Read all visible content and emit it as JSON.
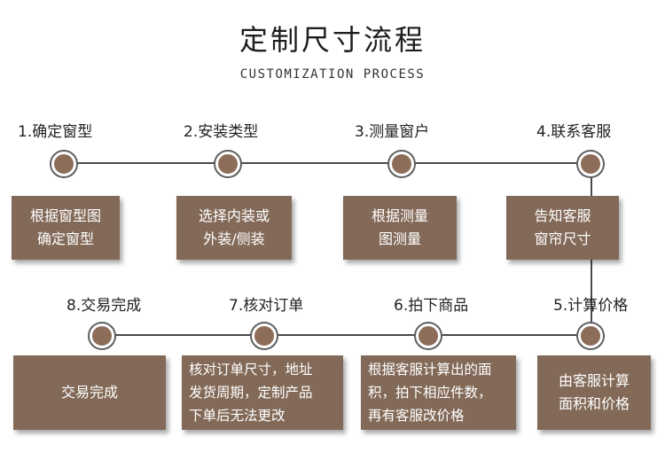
{
  "title": "定制尺寸流程",
  "subtitle": "CUSTOMIZATION PROCESS",
  "steps": [
    {
      "label": "1.确定窗型",
      "desc": "根据窗型图\n确定窗型"
    },
    {
      "label": "2.安装类型",
      "desc": "选择内装或\n外装/侧装"
    },
    {
      "label": "3.测量窗户",
      "desc": "根据测量\n图测量"
    },
    {
      "label": "4.联系客服",
      "desc": "告知客服\n窗帘尺寸"
    },
    {
      "label": "5.计算价格",
      "desc": "由客服计算\n面积和价格"
    },
    {
      "label": "6.拍下商品",
      "desc": "根据客服计算出的面\n积，拍下相应件数，\n再有客服改价格"
    },
    {
      "label": "7.核对订单",
      "desc": "核对订单尺寸，地址\n发货周期，定制产品\n下单后无法更改"
    },
    {
      "label": "8.交易完成",
      "desc": "交易完成"
    }
  ],
  "colors": {
    "box": "#836a58",
    "node": "#8c6d5a",
    "line": "#4a4a4a"
  }
}
